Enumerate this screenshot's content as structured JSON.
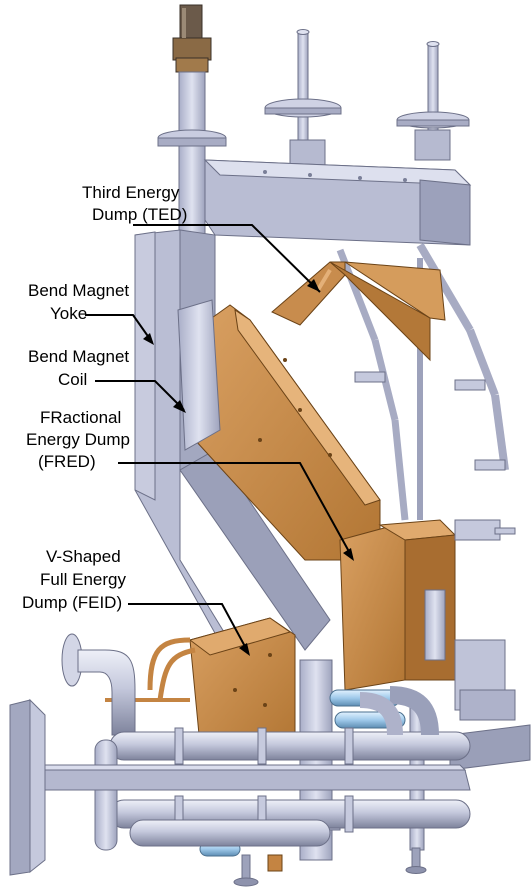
{
  "labels": {
    "ted": {
      "line1": "Third Energy",
      "line2": "Dump (TED)"
    },
    "yoke": {
      "line1": "Bend Magnet",
      "line2": "Yoke"
    },
    "coil": {
      "line1": "Bend Magnet",
      "line2": "Coil"
    },
    "fred": {
      "line1": "FRactional",
      "line2": "Energy Dump",
      "line3": "(FRED)"
    },
    "feid": {
      "line1": "V-Shaped",
      "line2": "Full Energy",
      "line3": "Dump (FEID)"
    }
  }
}
